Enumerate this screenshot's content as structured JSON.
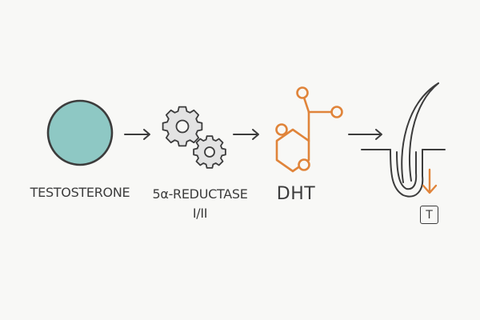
{
  "labels": {
    "testosterone": "TESTOSTERONE",
    "enzyme_line1": "5α-REDUCTASE",
    "enzyme_line2": "I/II",
    "dht": "DHT",
    "follicle_marker": "T"
  },
  "icons": {
    "testosterone": "circle-molecule-icon",
    "enzyme": "gears-icon",
    "dht": "steroid-molecule-icon",
    "follicle": "hair-follicle-icon",
    "arrow": "arrow-right-icon",
    "down_arrow": "arrow-down-icon"
  },
  "colors": {
    "testosterone_fill": "#8ec8c4",
    "outline": "#3c3c3c",
    "gear_fill": "#e3e3e3",
    "dht_accent": "#e0843a",
    "background": "#f8f8f6"
  }
}
